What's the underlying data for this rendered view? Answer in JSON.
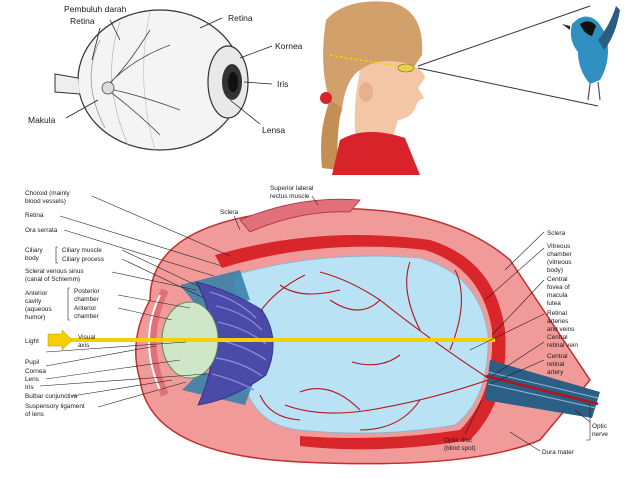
{
  "top_eye_labels": {
    "pembuluh_darah": "Pembuluh darah",
    "retina_left": "Retina",
    "retina_right": "Retina",
    "kornea": "Kornea",
    "iris": "Iris",
    "lensa": "Lensa",
    "makula": "Makula"
  },
  "cross_section_labels": {
    "choroid": "Choroid (mainly",
    "choroid2": "blood vessels)",
    "retina": "Retina",
    "ora_serrata": "Ora serrata",
    "ciliary": "Ciliary",
    "body": "body",
    "ciliary_muscle": "Ciliary muscle",
    "ciliary_process": "Ciliary process",
    "scleral_sinus": "Scleral venous sinus",
    "scleral_sinus2": "(canal of Schlemm)",
    "anterior": "Anterior",
    "cavity": "cavity",
    "aqueous": "(aqueous",
    "humor": "humor)",
    "posterior_chamber": "Posterior",
    "posterior_chamber2": "chamber",
    "anterior_chamber": "Anterior",
    "anterior_chamber2": "chamber",
    "light": "Light",
    "visual_axis": "Visual",
    "visual_axis2": "axis",
    "pupil": "Pupil",
    "cornea": "Cornea",
    "lens": "Lens",
    "iris": "Iris",
    "bulbar": "Bulbar conjunctiva",
    "suspensory": "Suspensory ligament",
    "suspensory2": "of lens",
    "superior": "Superior lateral",
    "superior2": "rectus muscle",
    "sclera_top": "Sclera",
    "sclera_right": "Sclera",
    "vitreous": "Vitreous",
    "vitreous2": "chamber",
    "vitreous3": "(vitreous",
    "vitreous4": "body)",
    "fovea": "Central",
    "fovea2": "fovea of",
    "fovea3": "macula",
    "fovea4": "lutea",
    "retinal": "Retinal",
    "retinal2": "arteries",
    "retinal3": "and veins",
    "central_vein": "Central",
    "central_vein2": "retinal vein",
    "central_artery": "Central",
    "central_artery2": "retinal",
    "central_artery3": "artery",
    "optic_nerve": "Optic",
    "optic_nerve2": "nerve",
    "optic_disc": "Optic disc",
    "optic_disc2": "(blind spot)",
    "dura": "Dura mater"
  },
  "colors": {
    "sclera": "#f19a9a",
    "choroid": "#d9262b",
    "vitreous": "#b9e3f4",
    "lens": "#cfe6c9",
    "iris": "#4a4aa8",
    "ciliary": "#2f7fa8",
    "light_axis": "#f5d000",
    "vessel": "#b3141a"
  }
}
